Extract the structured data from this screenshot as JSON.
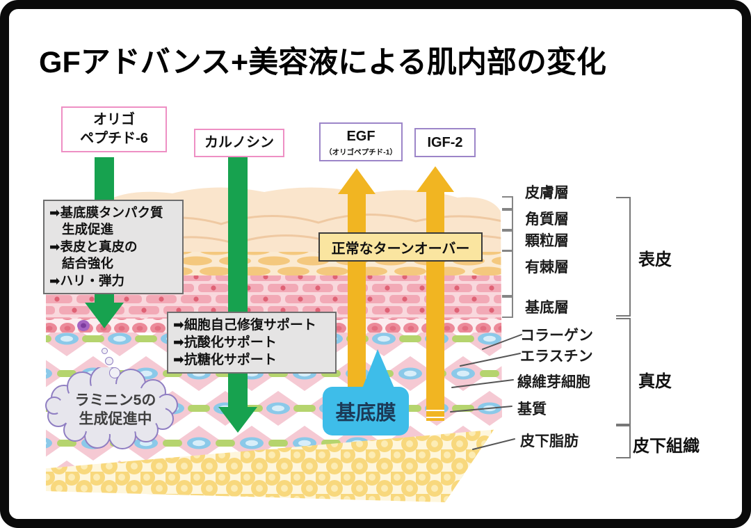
{
  "title": "GFアドバンス+美容液による肌内部の変化",
  "boxes": {
    "oligo": {
      "line1": "オリゴ",
      "line2": "ペプチド-6"
    },
    "carnosine": {
      "label": "カルノシン"
    },
    "egf": {
      "label": "EGF",
      "sub": "（オリゴペプチド-1）"
    },
    "igf2": {
      "label": "IGF-2"
    }
  },
  "effects": {
    "box1": [
      "➡基底膜タンパク質",
      "生成促進",
      "➡表皮と真皮の",
      "結合強化",
      "➡ハリ・弾力"
    ],
    "box2": [
      "➡細胞自己修復サポート",
      "➡抗酸化サポート",
      "➡抗糖化サポート"
    ]
  },
  "annotations": {
    "turnover": "正常なターンオーバー",
    "basement": "基底膜",
    "laminin_line1": "ラミニン5の",
    "laminin_line2": "生成促進中"
  },
  "layer_labels": [
    "皮膚層",
    "角質層",
    "顆粒層",
    "有棘層",
    "基底層",
    "コラーゲン",
    "エラスチン",
    "線維芽細胞",
    "基質",
    "皮下脂肪"
  ],
  "section_labels": [
    "表皮",
    "真皮",
    "皮下組織"
  ],
  "colors": {
    "arrow_green": "#17A24F",
    "arrow_yellow": "#F1B522",
    "ingredient_border_pink": "#EE8FC4",
    "ingredient_border_purple": "#9C85C8",
    "turnover_bg": "#FAE5A0",
    "info_box_bg": "#E5E4E4",
    "basement_bubble": "#3EBDE9",
    "cloud_border": "#8F7EC2"
  }
}
